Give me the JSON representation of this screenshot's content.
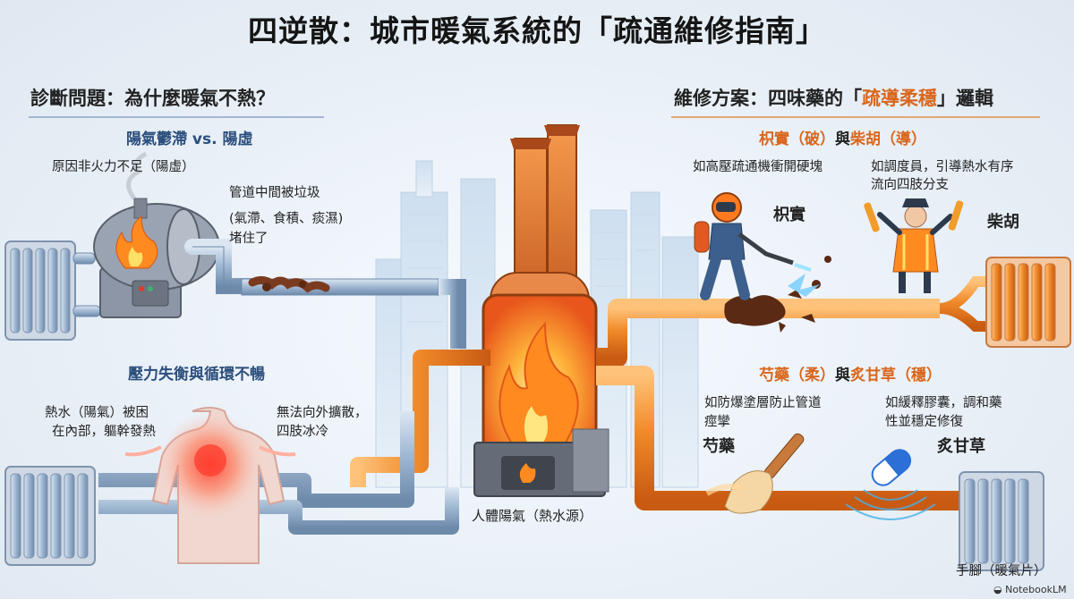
{
  "title": "四逆散：城市暖氣系統的「疏通維修指南」",
  "left_header": "診斷問題：為什麼暖氣不熱？",
  "right_header": {
    "prefix": "維修方案：四味藥的「",
    "highlight": "疏導柔穩",
    "suffix": "」邏輯"
  },
  "section1": {
    "title": "陽氣鬱滯 vs. 陽虛",
    "desc": "原因非火力不足（陽虛）",
    "callout": [
      "管道中間被垃圾",
      "(氣滯、食積、痰濕)",
      "堵住了"
    ]
  },
  "section2": {
    "title": "壓力失衡與循環不暢",
    "left_note": [
      "熱水（陽氣）被困",
      "在內部，軀幹發熱"
    ],
    "right_note": [
      "無法向外擴散，",
      "四肢冰冷"
    ]
  },
  "center_label": "人體陽氣（熱水源）",
  "bottom_right_label": "手腳（暖氣片）",
  "herbs_top": {
    "h1": "枳實",
    "h1_role": "（破）",
    "joiner": "與",
    "h2": "柴胡",
    "h2_role": "（導）",
    "desc1": "如高壓疏通機衝開硬塊",
    "desc2": [
      "如調度員，引導熱水有序",
      "流向四肢分支"
    ],
    "label1": "枳實",
    "label2": "柴胡"
  },
  "herbs_bottom": {
    "h1": "芍藥",
    "h1_role": "（柔）",
    "joiner": "與",
    "h2": "炙甘草",
    "h2_role": "（穩）",
    "desc1": [
      "如防爆塗層防止管道",
      "痙攣"
    ],
    "desc2": [
      "如緩釋膠囊，調和藥",
      "性並穩定修復"
    ],
    "label1": "芍藥",
    "label2": "炙甘草"
  },
  "watermark": "NotebookLM",
  "colors": {
    "hot_pipe": "#ee8a2e",
    "cold_pipe": "#8fa9c6",
    "accent": "#d9661c",
    "navy": "#2b4e7c"
  },
  "icons": [
    "radiator-icon",
    "boiler-icon",
    "flame-icon",
    "worker-icon",
    "guard-icon",
    "brush-icon",
    "capsule-icon",
    "torso-icon",
    "city-icon"
  ]
}
